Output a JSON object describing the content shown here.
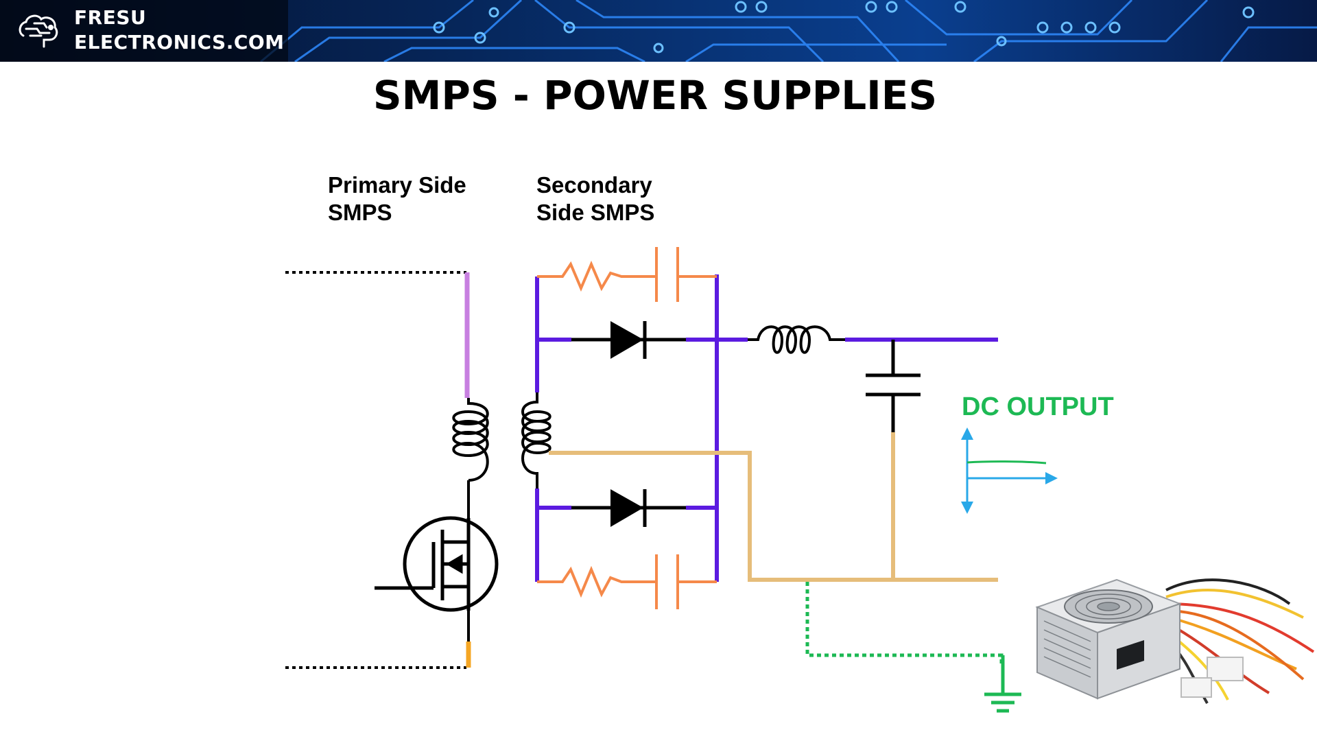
{
  "header": {
    "brand_line1": "FRESU",
    "brand_line2": "ELECTRONICS.COM",
    "logo_icon": "brain-circuit-icon"
  },
  "title": "SMPS - POWER SUPPLIES",
  "diagram": {
    "primary_label_line1": "Primary Side",
    "primary_label_line2": "SMPS",
    "secondary_label_line1": "Secondary",
    "secondary_label_line2": "Side SMPS",
    "output_label": "DC OUTPUT",
    "colors": {
      "primary_top": "#c77fe0",
      "secondary_wire": "#5b1be0",
      "snubber": "#f5894a",
      "return_wire": "#e6bd7a",
      "ground": "#1db954",
      "dc_axes": "#29a8e8",
      "dc_signal": "#1db954",
      "drain_bottom": "#f5a623",
      "black": "#000000"
    },
    "icons": [
      "mosfet-icon",
      "diode-icon",
      "inductor-icon",
      "capacitor-icon",
      "resistor-icon",
      "ground-icon",
      "power-supply-unit-icon"
    ]
  }
}
